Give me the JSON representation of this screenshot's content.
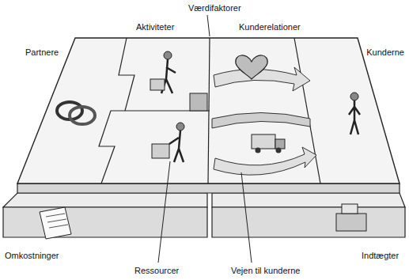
{
  "diagram": {
    "labels": [
      "Værdifaktorer",
      "Aktiviteter",
      "Kunderelationer",
      "Partnere",
      "Kunderne",
      "Omkostninger",
      "Indtægter",
      "Ressourcer",
      "Vejen til kunderne"
    ]
  }
}
